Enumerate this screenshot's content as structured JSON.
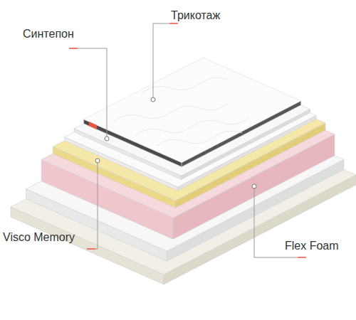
{
  "diagram": {
    "labels": [
      "Трикотаж",
      "Синтепон",
      "Visco Memory",
      "Flex Foam"
    ]
  }
}
